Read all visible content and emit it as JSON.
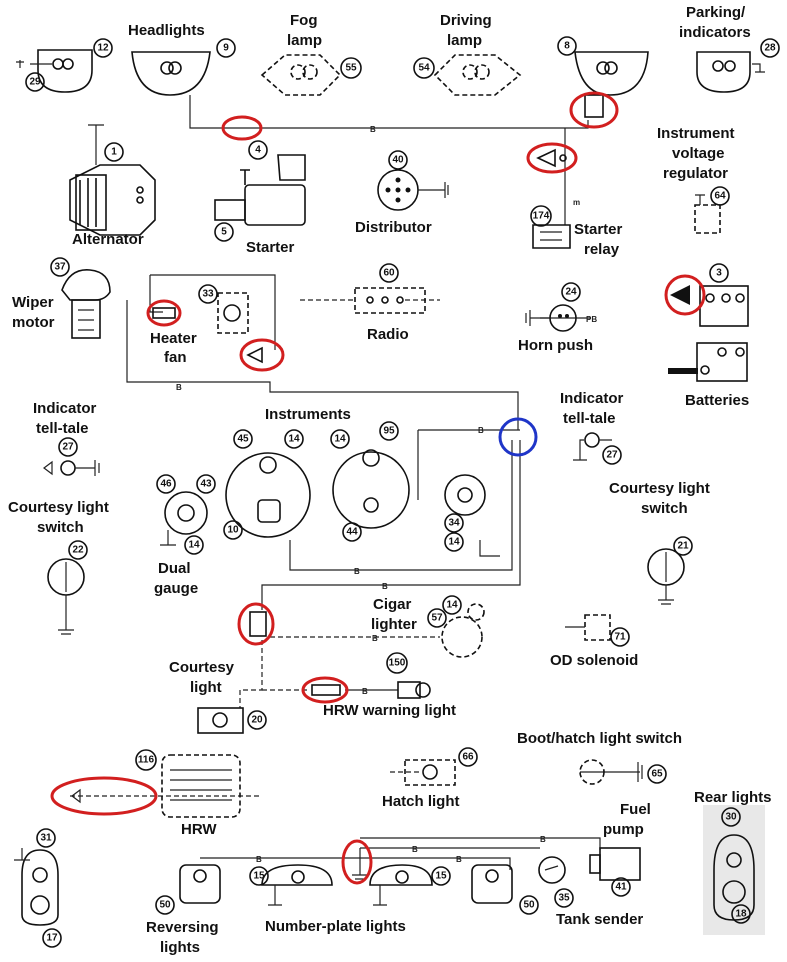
{
  "colors": {
    "highlight_red": "#d21f1f",
    "highlight_blue": "#1f35c8",
    "ink": "#111111"
  },
  "labels": {
    "headlights": "Headlights",
    "fog_lamp_1": "Fog",
    "fog_lamp_2": "lamp",
    "driving_lamp_1": "Driving",
    "driving_lamp_2": "lamp",
    "parking_1": "Parking/",
    "parking_2": "indicators",
    "alternator": "Alternator",
    "starter": "Starter",
    "distributor": "Distributor",
    "starter_relay_1": "Starter",
    "starter_relay_2": "relay",
    "ivr_1": "Instrument",
    "ivr_2": "voltage",
    "ivr_3": "regulator",
    "wiper_1": "Wiper",
    "wiper_2": "motor",
    "heater_1": "Heater",
    "heater_2": "fan",
    "radio": "Radio",
    "horn_push": "Horn push",
    "batteries": "Batteries",
    "instruments": "Instruments",
    "ind_tell_left_1": "Indicator",
    "ind_tell_left_2": "tell-tale",
    "ind_tell_right_1": "Indicator",
    "ind_tell_right_2": "tell-tale",
    "courtesy_switch_left_1": "Courtesy light",
    "courtesy_switch_left_2": "switch",
    "courtesy_switch_right_1": "Courtesy light",
    "courtesy_switch_right_2": "switch",
    "dual_gauge_1": "Dual",
    "dual_gauge_2": "gauge",
    "cigar_1": "Cigar",
    "cigar_2": "lighter",
    "courtesy_light_1": "Courtesy",
    "courtesy_light_2": "light",
    "od_solenoid": "OD solenoid",
    "hrw_warning": "HRW warning light",
    "boot_switch": "Boot/hatch light switch",
    "hatch_light": "Hatch light",
    "rear_lights": "Rear lights",
    "hrw": "HRW",
    "fuel_pump_1": "Fuel",
    "fuel_pump_2": "pump",
    "reversing_1": "Reversing",
    "reversing_2": "lights",
    "number_plate": "Number-plate lights",
    "tank_sender": "Tank sender"
  },
  "wire_labels": {
    "black": "B",
    "purple_black": "PB",
    "m": "m"
  },
  "numbers": {
    "n1": "1",
    "n3": "3",
    "n4": "4",
    "n5": "5",
    "n8": "8",
    "n9": "9",
    "n10": "10",
    "n12": "12",
    "n14": "14",
    "n15": "15",
    "n17": "17",
    "n18": "18",
    "n20": "20",
    "n21": "21",
    "n22": "22",
    "n24": "24",
    "n27": "27",
    "n28": "28",
    "n29": "29",
    "n30": "30",
    "n31": "31",
    "n33": "33",
    "n34": "34",
    "n35": "35",
    "n37": "37",
    "n40": "40",
    "n41": "41",
    "n43": "43",
    "n44": "44",
    "n45": "45",
    "n46": "46",
    "n50": "50",
    "n54": "54",
    "n55": "55",
    "n57": "57",
    "n60": "60",
    "n64": "64",
    "n65": "65",
    "n66": "66",
    "n71": "71",
    "n95": "95",
    "n116": "116",
    "n150": "150",
    "n174": "174"
  }
}
